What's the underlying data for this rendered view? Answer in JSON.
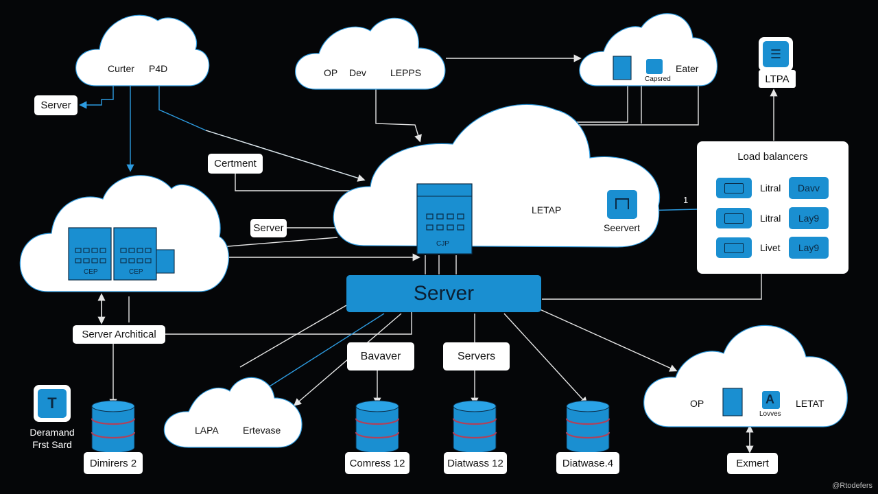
{
  "colors": {
    "background": "#050608",
    "accent": "#1a8fd1",
    "line": "#e6e6e6",
    "line_blue": "#2d9be0",
    "cloud": "#ffffff"
  },
  "clouds": {
    "top_left": {
      "text1": "Curter",
      "text2": "P4D"
    },
    "top_center": {
      "text1": "OP",
      "text2": "Dev",
      "text3": "LEPPS"
    },
    "top_right": {
      "text1": "Eater",
      "icon_caption": "Capsred"
    },
    "center": {
      "text1": "LETAP",
      "icon_caption": "Seervert",
      "rack_caption": "CJP"
    },
    "mid_left": {
      "rack1_caption": "CEP",
      "rack2_caption": "CEP"
    },
    "bottom_left": {
      "text1": "LAPA",
      "text2": "Ertevase"
    },
    "bottom_right": {
      "text1": "OP",
      "icon_letter": "A",
      "icon_caption": "Lovves",
      "text2": "LETAT"
    }
  },
  "labels": {
    "server_left": "Server",
    "certment": "Certment",
    "server_mid": "Server",
    "server_architical": "Server Architical",
    "bavaver": "Bavaver",
    "servers": "Servers",
    "exmert": "Exmert"
  },
  "server_bar": {
    "label": "Server"
  },
  "load_balancers": {
    "title": "Load balancers",
    "rows": [
      {
        "label": "Litral",
        "button": "Davv"
      },
      {
        "label": "Litral",
        "button": "Lay9"
      },
      {
        "label": "Livet",
        "button": "Lay9"
      }
    ]
  },
  "app_icons": {
    "top_right": {
      "caption": "LTPA"
    },
    "bottom_left": {
      "caption_line1": "Deramand",
      "caption_line2": "Frst Sard"
    }
  },
  "databases": [
    {
      "label": "Dimirers 2"
    },
    {
      "label": "Comress 12"
    },
    {
      "label": "Diatwass 12"
    },
    {
      "label": "Diatwase.4"
    }
  ],
  "connector_label": "1",
  "watermark": "@Rtodefers"
}
